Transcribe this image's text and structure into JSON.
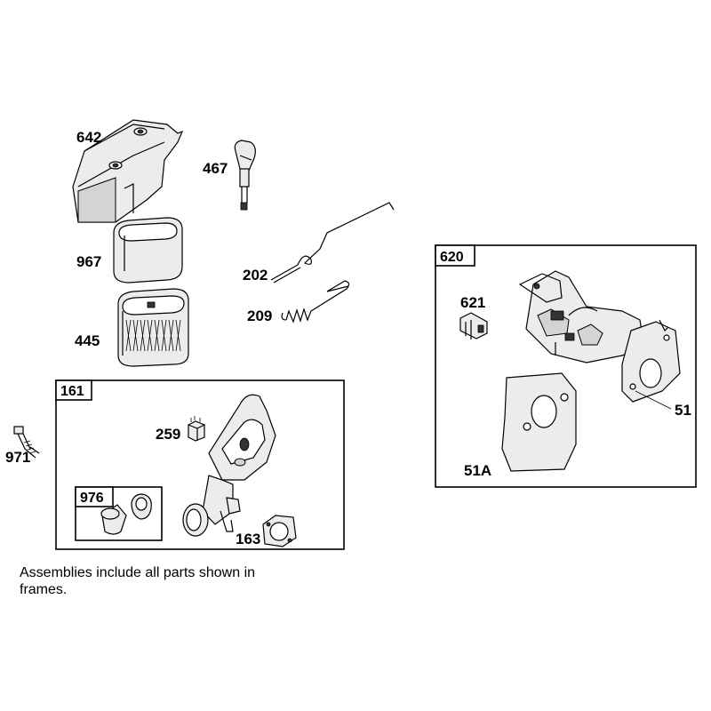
{
  "parts": {
    "p642": "642",
    "p467": "467",
    "p967": "967",
    "p202": "202",
    "p209": "209",
    "p445": "445",
    "p259": "259",
    "p971": "971",
    "p163": "163",
    "p621": "621",
    "p51": "51",
    "p51A": "51A"
  },
  "frames": {
    "f161": "161",
    "f976": "976",
    "f620": "620"
  },
  "note": "Assemblies include all parts shown in frames."
}
